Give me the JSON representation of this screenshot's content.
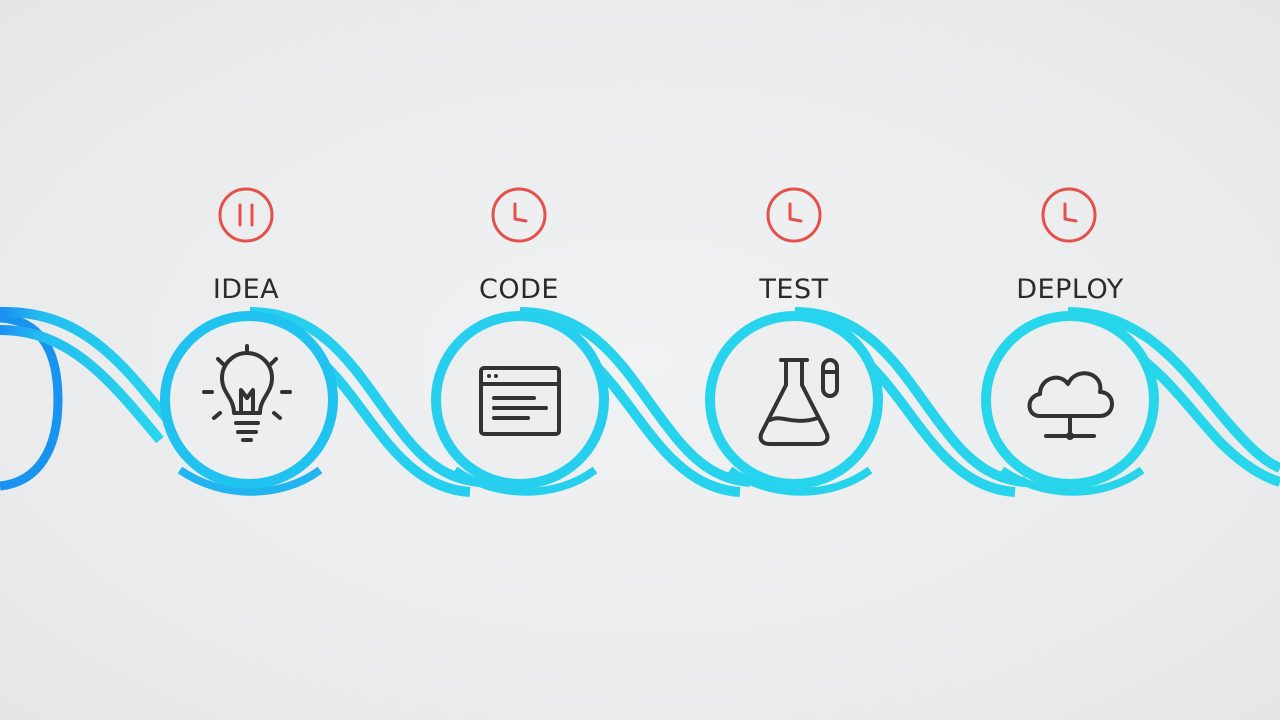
{
  "colors": {
    "background": "#eceeef",
    "ribbon_light": "#27d4ec",
    "ribbon_dark": "#1993f0",
    "status": "#e5504a",
    "icon": "#333333",
    "label": "#2b2b2b"
  },
  "steps": [
    {
      "label": "IDEA",
      "icon": "lightbulb-icon",
      "status_icon": "pause-icon"
    },
    {
      "label": "CODE",
      "icon": "browser-window-icon",
      "status_icon": "clock-icon"
    },
    {
      "label": "TEST",
      "icon": "flask-icon",
      "status_icon": "clock-icon"
    },
    {
      "label": "DEPLOY",
      "icon": "cloud-network-icon",
      "status_icon": "clock-icon"
    }
  ]
}
